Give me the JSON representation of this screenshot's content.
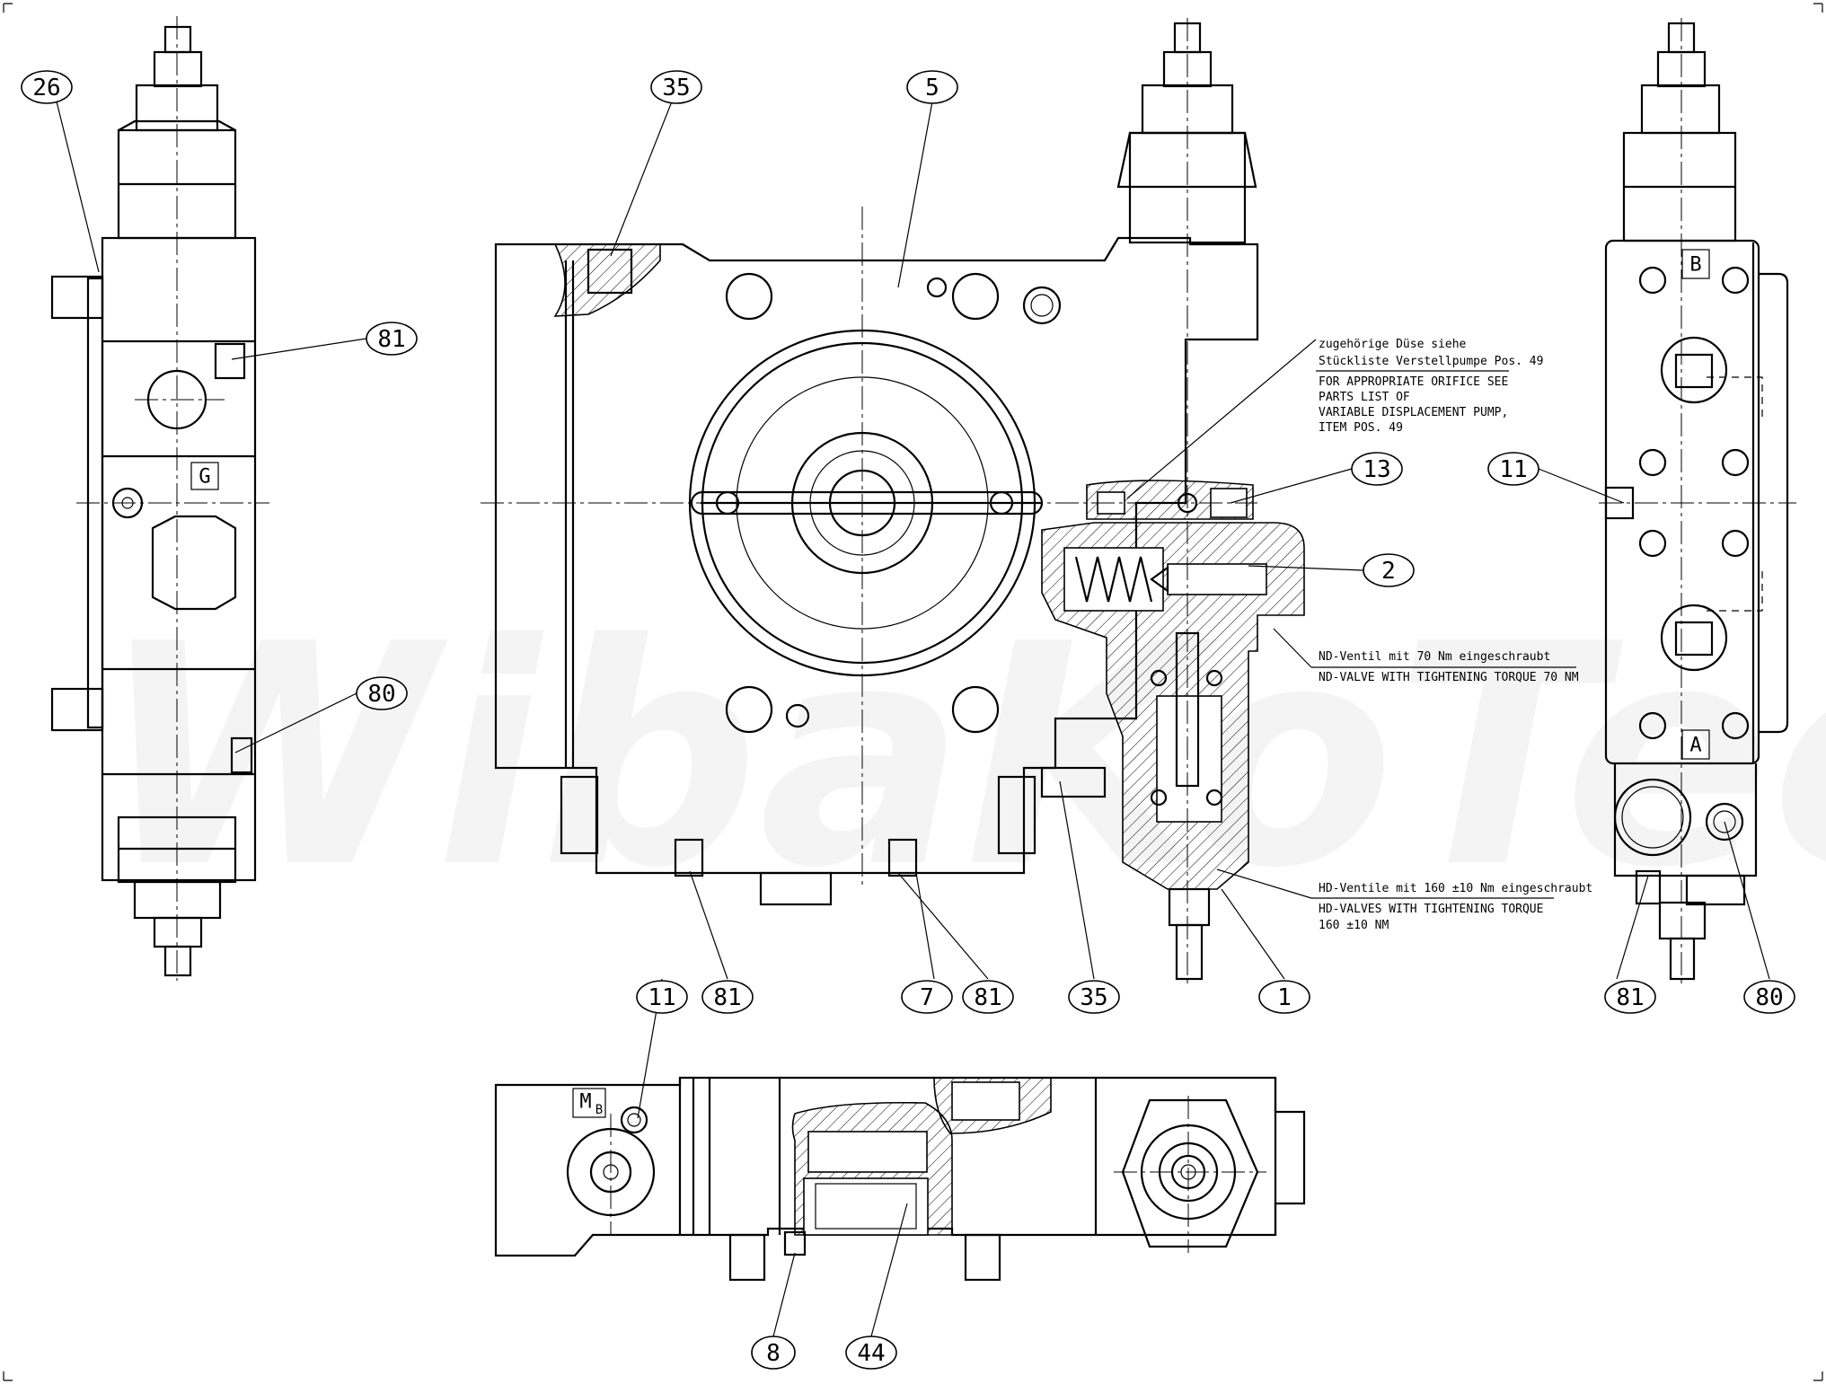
{
  "watermark": "WibaKoTec",
  "callouts": [
    {
      "id": "26",
      "label": "26"
    },
    {
      "id": "35-top",
      "label": "35"
    },
    {
      "id": "5",
      "label": "5"
    },
    {
      "id": "81-left",
      "label": "81"
    },
    {
      "id": "80-left",
      "label": "80"
    },
    {
      "id": "13",
      "label": "13"
    },
    {
      "id": "11-right",
      "label": "11"
    },
    {
      "id": "2",
      "label": "2"
    },
    {
      "id": "11-bottom",
      "label": "11"
    },
    {
      "id": "81-a",
      "label": "81"
    },
    {
      "id": "7",
      "label": "7"
    },
    {
      "id": "81-b",
      "label": "81"
    },
    {
      "id": "35-bottom",
      "label": "35"
    },
    {
      "id": "1",
      "label": "1"
    },
    {
      "id": "81-right",
      "label": "81"
    },
    {
      "id": "80-right",
      "label": "80"
    },
    {
      "id": "8",
      "label": "8"
    },
    {
      "id": "44",
      "label": "44"
    }
  ],
  "port_labels": {
    "g": "G",
    "b": "B",
    "a": "A",
    "mb_main": "M",
    "mb_sub": "B"
  },
  "notes": {
    "orifice": {
      "de_line1": "zugehörige Düse siehe",
      "de_line2": "Stückliste Verstellpumpe Pos. 49",
      "en_line1": "FOR APPROPRIATE ORIFICE SEE",
      "en_line2": "PARTS LIST OF",
      "en_line3": "VARIABLE DISPLACEMENT PUMP,",
      "en_line4": "ITEM POS. 49"
    },
    "nd_valve": {
      "de": "ND-Ventil mit 70 Nm eingeschraubt",
      "en": "ND-VALVE WITH TIGHTENING TORQUE 70 NM"
    },
    "hd_valves": {
      "de": "HD-Ventile mit 160 ±10 Nm eingeschraubt",
      "en_line1": "HD-VALVES WITH TIGHTENING TORQUE",
      "en_line2": "160 ±10 NM"
    }
  }
}
